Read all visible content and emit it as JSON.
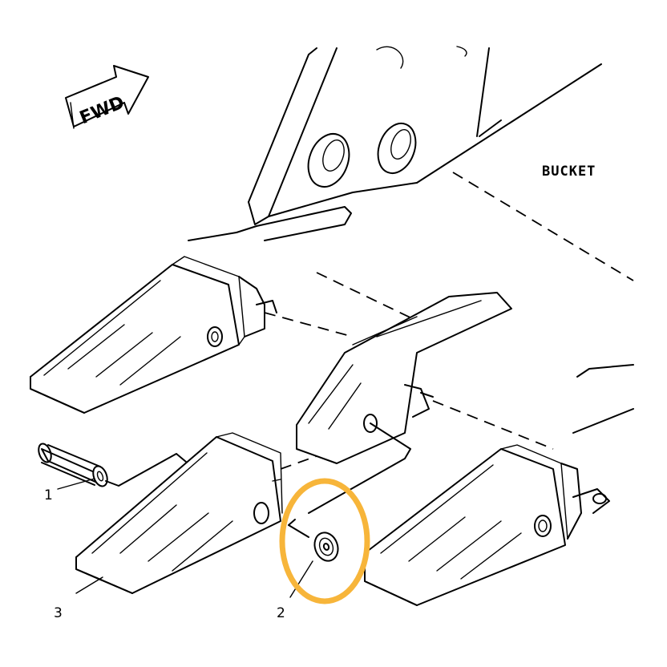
{
  "direction_arrow": {
    "text": "FWD"
  },
  "bucket_label": "BUCKET",
  "callouts": [
    {
      "number": "1"
    },
    {
      "number": "2"
    },
    {
      "number": "3"
    }
  ],
  "highlight": {
    "color": "#F7B53A",
    "target": "2"
  }
}
